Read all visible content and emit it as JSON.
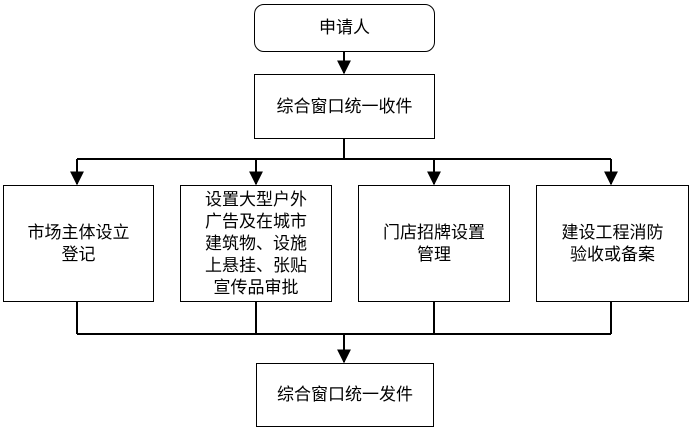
{
  "diagram": {
    "start": "申请人",
    "receive": "综合窗口统一收件",
    "branches": [
      "市场主体设立\n登记",
      "设置大型户外\n广告及在城市\n建筑物、设施\n上悬挂、张贴\n宣传品审批",
      "门店招牌设置\n管理",
      "建设工程消防\n验收或备案"
    ],
    "issue": "综合窗口统一发件"
  }
}
